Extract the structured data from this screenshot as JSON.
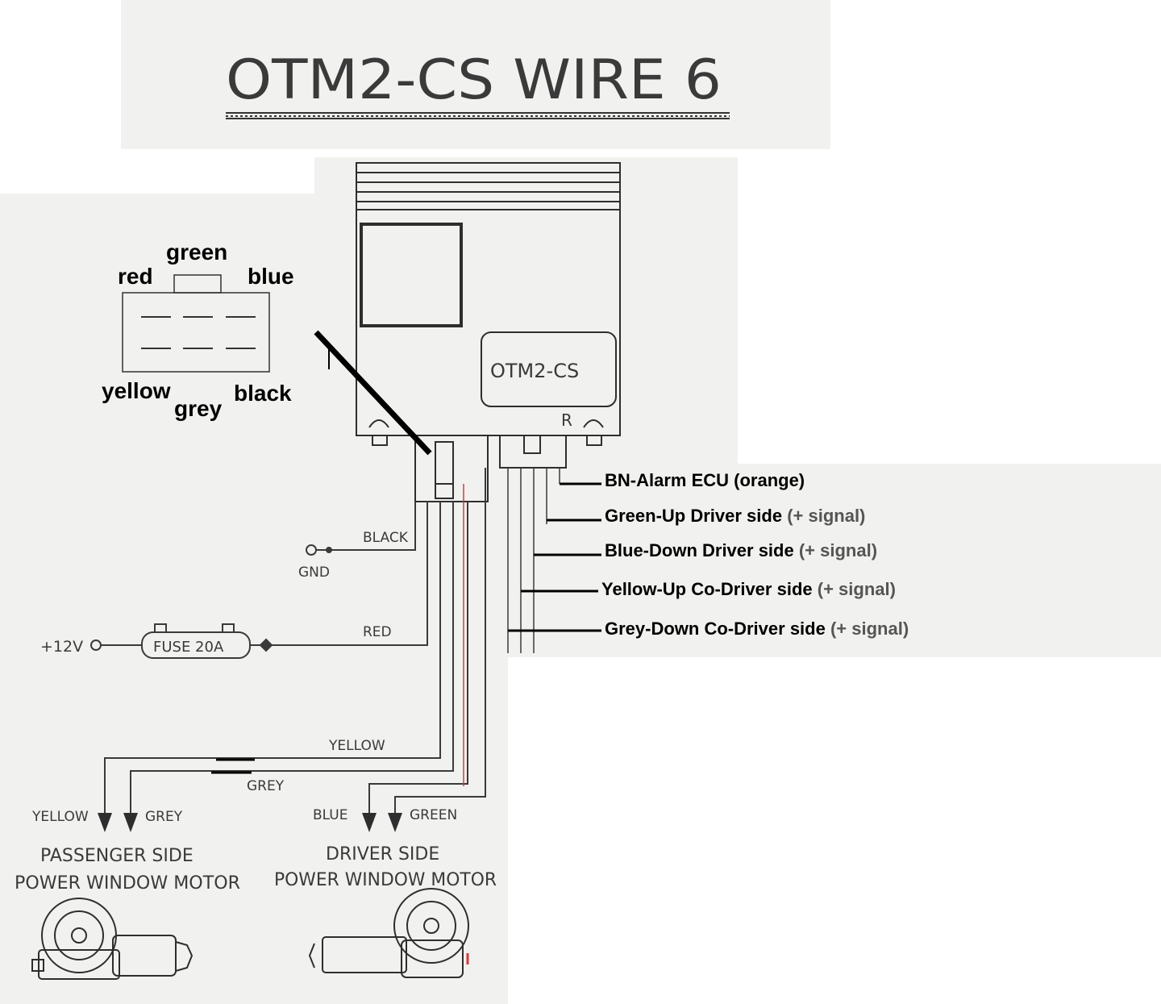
{
  "title": "OTM2-CS WIRE 6",
  "module": {
    "label": "OTM2-CS",
    "right_mark": "R"
  },
  "connector": {
    "top": "green",
    "top_left": "red",
    "top_right": "blue",
    "bottom_left": "yellow",
    "bottom_mid": "grey",
    "bottom_right": "black"
  },
  "outputs": [
    {
      "main": "BN-Alarm ECU (orange)",
      "note": ""
    },
    {
      "main": "Green-Up Driver side",
      "note": "(+ signal)"
    },
    {
      "main": "Blue-Down Driver side",
      "note": "(+ signal)"
    },
    {
      "main": "Yellow-Up Co-Driver side",
      "note": "(+ signal)"
    },
    {
      "main": "Grey-Down Co-Driver side",
      "note": "(+ signal)"
    }
  ],
  "wires": {
    "black": "BLACK",
    "gnd": "GND",
    "red": "RED",
    "supply": "+12V",
    "fuse": "FUSE 20A",
    "yellow": "YELLOW",
    "grey": "GREY"
  },
  "passenger_motor": {
    "wire_a": "YELLOW",
    "wire_b": "GREY",
    "line1": "PASSENGER SIDE",
    "line2": "POWER WINDOW MOTOR"
  },
  "driver_motor": {
    "wire_a": "BLUE",
    "wire_b": "GREEN",
    "line1": "DRIVER SIDE",
    "line2": "POWER WINDOW MOTOR"
  },
  "colors": {
    "paper": "#f1f1ef",
    "ink": "#2e2e2e",
    "red_trace": "#d23c3c"
  }
}
